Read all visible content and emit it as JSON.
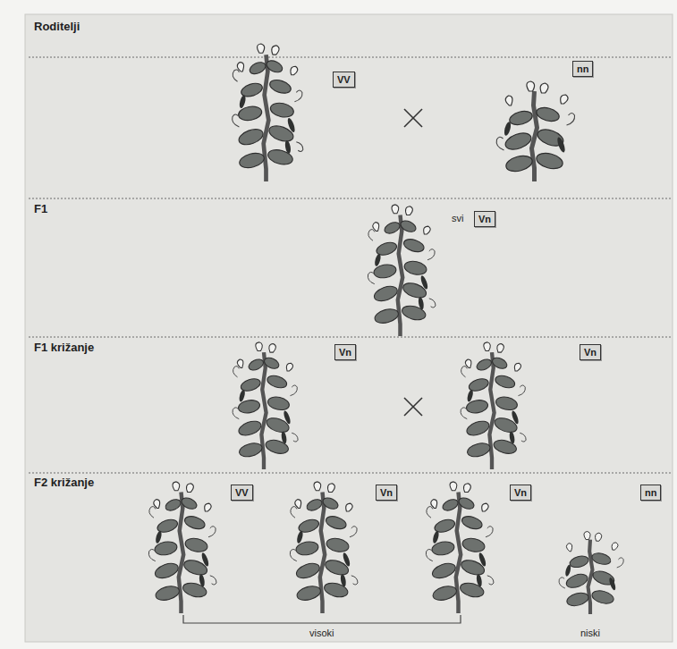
{
  "diagram": {
    "nodes": [
      {
        "text": [
          "VV"
        ]
      },
      {
        "text": [
          "nn"
        ]
      },
      {
        "text": [
          "Vn"
        ]
      },
      {
        "text": [
          "Vn"
        ]
      },
      {
        "text": [
          "Vn"
        ]
      },
      {
        "text": [
          "VV"
        ]
      },
      {
        "text": [
          "Vn"
        ]
      },
      {
        "text": [
          "Vn"
        ]
      },
      {
        "text": [
          "nn"
        ]
      }
    ],
    "labels": [
      "Roditelji",
      "F1",
      "svi",
      "F1 križanje",
      "F2 križanje",
      "visoki",
      "niski"
    ]
  }
}
